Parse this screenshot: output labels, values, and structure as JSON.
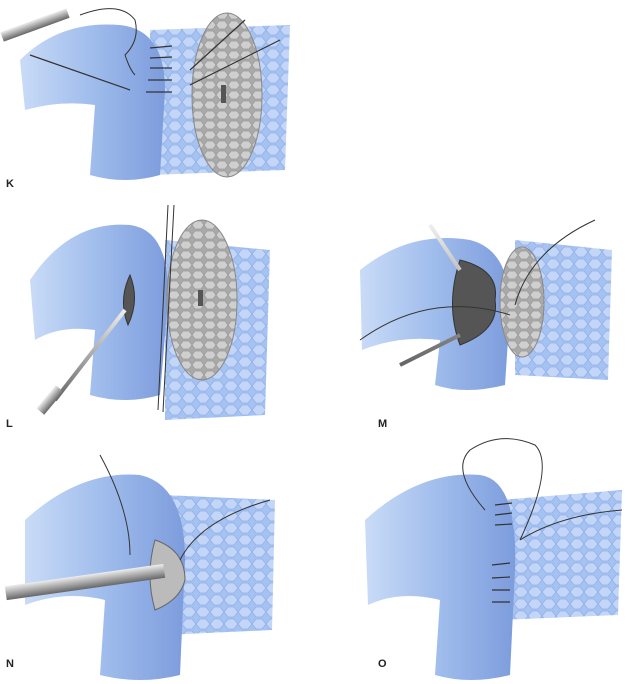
{
  "panels": [
    {
      "label": "K"
    },
    {
      "label": "L"
    },
    {
      "label": "M"
    },
    {
      "label": "N"
    },
    {
      "label": "O"
    }
  ],
  "colors": {
    "tissue": "#a9c4f0",
    "tissue_dark": "#7f9fd8",
    "mesh": "#c6d8f6",
    "graft": "#b8b8b8",
    "suture": "#333333"
  }
}
